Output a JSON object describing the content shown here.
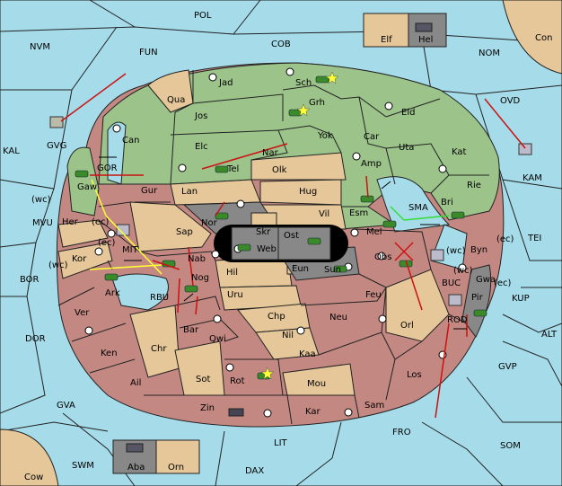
{
  "colors": {
    "sea": "#a6dcea",
    "green": "#9cc48a",
    "tan": "#e5c79a",
    "red": "#c48882",
    "gray": "#888888",
    "arrow_red": "#cc1111",
    "arrow_yellow": "#ffff33",
    "arrow_green": "#33dd33"
  },
  "regions": {
    "pol": "POL",
    "nvm": "NVM",
    "fun": "FUN",
    "cob": "COB",
    "elf": "Elf",
    "hel": "Hel",
    "con": "Con",
    "nom": "NOM",
    "kal": "KAL",
    "gvg": "GVG",
    "ovd": "OVD",
    "kam": "KAM",
    "mvu": "MVU",
    "tei": "TEI",
    "bor": "BOR",
    "kup": "KUP",
    "dor": "DOR",
    "alt": "ALT",
    "gvp": "GVP",
    "gva": "GVA",
    "fro": "FRO",
    "som": "SOM",
    "lit": "LIT",
    "cow": "Cow",
    "swm": "SWM",
    "aba": "Aba",
    "orn": "Orn",
    "dax": "DAX",
    "jad": "Jad",
    "sch": "Sch",
    "qua": "Qua",
    "grh": "Grh",
    "jos": "Jos",
    "eld": "Eld",
    "can": "Can",
    "yok": "Yok",
    "car": "Car",
    "elc": "Elc",
    "nar": "Nar",
    "uta": "Uta",
    "kat": "Kat",
    "tel": "Tel",
    "olk": "Olk",
    "amp": "Amp",
    "gor": "GOR",
    "gaw": "Gaw",
    "gur": "Gur",
    "lan": "Lan",
    "hug": "Hug",
    "rie": "Rie",
    "esm": "Esm",
    "sma": "SMA",
    "bri": "Bri",
    "wc1": "(wc)",
    "her": "Her",
    "ec1": "(ec)",
    "nor": "Nor",
    "skr": "Skr",
    "ost": "Ost",
    "vil": "Vil",
    "sap": "Sap",
    "web": "Web",
    "mel": "Mel",
    "byn": "Byn",
    "ec2": "(ec)",
    "ec3": "(ec)",
    "mit": "MIT",
    "kor": "Kor",
    "wc2": "(wc)",
    "nab": "Nab",
    "eun": "Eun",
    "sun": "Sun",
    "obs": "Obs",
    "wc3": "(wc)",
    "wc4": "(wc)",
    "hil": "Hil",
    "nog": "Nog",
    "buc": "BUC",
    "gwa": "Gwa",
    "ec4": "(ec)",
    "ark": "Ark",
    "rbu": "RBU",
    "uru": "Uru",
    "feu": "Feu",
    "pir": "Pir",
    "ver": "Ver",
    "chp": "Chp",
    "neu": "Neu",
    "orl": "Orl",
    "rod": "ROD",
    "bar": "Bar",
    "qwi": "Qwi",
    "nil": "Nil",
    "ken": "Ken",
    "chr": "Chr",
    "kaa": "Kaa",
    "los": "Los",
    "ail": "Ail",
    "sot": "Sot",
    "rot": "Rot",
    "mou": "Mou",
    "zin": "Zin",
    "kar": "Kar",
    "sam": "Sam"
  }
}
